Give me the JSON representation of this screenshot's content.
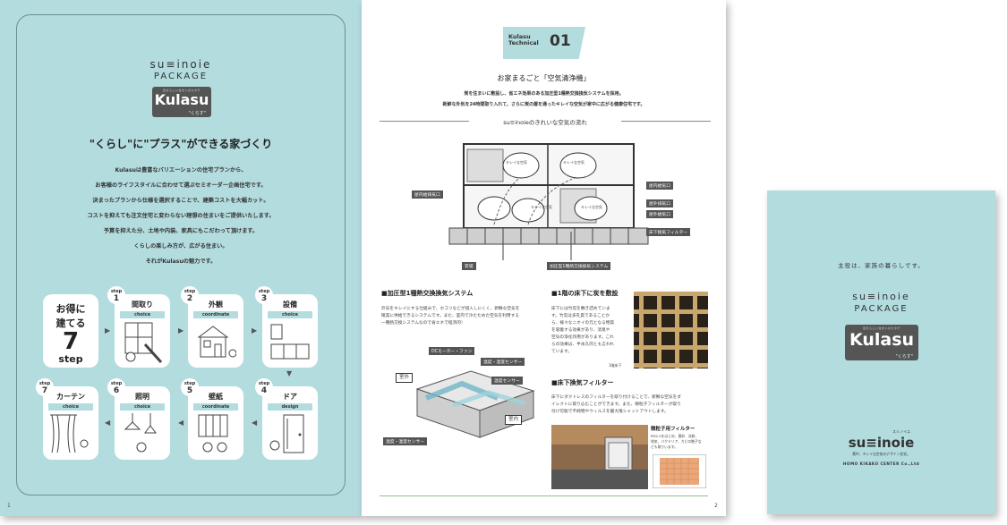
{
  "left_page": {
    "brand_top": "su≡inoie",
    "brand_bottom": "PACKAGE",
    "logo": {
      "tagline": "自分らしい住まいのカタチ",
      "name": "Kulasu",
      "kana": "\"くらす\""
    },
    "headline": "\"くらし\"に\"プラス\"ができる家づくり",
    "body": [
      "Kulasuは豊富なバリエーションの住宅プランから、",
      "お客様のライフスタイルに合わせて選ぶセミオーダー企画住宅です。",
      "決まったプランから仕様を選択することで、建築コストを大幅カット。",
      "コストを抑えても注文住宅と変わらない理想の住まいをご提供いたします。",
      "予算を抑えた分、土地や内装、家具にもこだわって頂けます。",
      "くらしの楽しみ方が、広がる住まい。",
      "それがKulasuの魅力です。"
    ],
    "steps_intro": {
      "line1": "お得に",
      "line2": "建てる",
      "number": "7",
      "unit": "step"
    },
    "steps": [
      {
        "no": "1",
        "title": "間取り",
        "sub": "choice"
      },
      {
        "no": "2",
        "title": "外観",
        "sub": "coordinate"
      },
      {
        "no": "3",
        "title": "設備",
        "sub": "choice"
      },
      {
        "no": "4",
        "title": "ドア",
        "sub": "design"
      },
      {
        "no": "5",
        "title": "壁紙",
        "sub": "coordinate"
      },
      {
        "no": "6",
        "title": "照明",
        "sub": "choice"
      },
      {
        "no": "7",
        "title": "カーテン",
        "sub": "choice"
      }
    ],
    "step_word": "step",
    "page_number": "1"
  },
  "right_page": {
    "tech_brand": "Kulasu",
    "tech_label": "Technical",
    "tech_number": "01",
    "heading": "お家まるごと「空気清浄機」",
    "lead": [
      "炭を住まいに敷設し、省エネ効果のある加圧型1種熱交換換気システムを採用。",
      "新鮮な外気を24時間取り入れて、さらに炭の層を通ったキレイな空気が家中に広がる健康住宅です。"
    ],
    "flow_title": "su≡inoieのきれいな空気の流れ",
    "diagram_labels": {
      "intake_left": "屋内給排気口",
      "indoor_supply": "屋内給気口",
      "outdoor_exhaust": "屋外排気口",
      "outdoor_supply": "屋外給気口",
      "underfloor_filter": "床下換気フィルター",
      "charcoal": "炭袋",
      "system": "加圧型1種熱交換換気システム",
      "clean_air": "キレイな空気"
    },
    "section1": {
      "title": "■加圧型1種熱交換換気システム",
      "text": [
        "外気をキレイにする仕組みで、ホコリなどが侵入しにくく、新鮮な空気を",
        "確実に供給できるシステムです。また、室内で冷たためた空気を利用する",
        "一種熱交換システムなので省エネで経済的！"
      ],
      "labels": {
        "fan": "DCモーター・ファン",
        "outside": "室外",
        "inside": "室内",
        "sensor_top": "温度・湿度センサー",
        "sensor_mid": "温度センサー",
        "sensor_bottom": "温度・湿度センサー"
      }
    },
    "section2": {
      "title": "■1階の床下に炭を敷設",
      "text": [
        "床下には竹炭を敷き詰めていま",
        "す。竹炭は多孔質であることか",
        "ら、様々なニオイの元となる物質",
        "を吸着する効果があり、消臭や",
        "空気の浄化作用があります。これ",
        "らの効果は、半永久的とも言われ",
        "ています。"
      ],
      "photo_caption": "1階床下"
    },
    "section3": {
      "title": "■床下換気フィルター",
      "text": [
        "床下にダクトレスのフィルターを取り付けることで、新鮮な空気をダ",
        "イレクトに取り込むことができます。また、微粒子フィルターが取り",
        "付け可能で不純物やウィルスを最大限シャットアウトします。"
      ],
      "filter_title": "微粒子用フィルター",
      "filter_text": [
        "PM2.5をはじめ、黄砂、花粉、",
        "排気、バクテリア、カビの胞子な",
        "ども取りいます。"
      ]
    },
    "page_number": "2"
  },
  "back_cover": {
    "message": "主役は、家族の暮らしです。",
    "brand_top": "su≡inoie",
    "brand_bottom": "PACKAGE",
    "logo": {
      "tagline": "自分らしい住まいのカタチ",
      "name": "Kulasu",
      "kana": "\"くらす\""
    },
    "logo2_kana": "スミノイエ",
    "logo2_name": "su≡inoie",
    "logo2_sub": "素中、キレイな空気のデザイン住宅。",
    "company": "HOMO KIKAKU CENTER Co.,Ltd"
  },
  "colors": {
    "mint": "#b3dcdf",
    "label_bg": "#555555",
    "green_rule": "#8bc38f"
  }
}
